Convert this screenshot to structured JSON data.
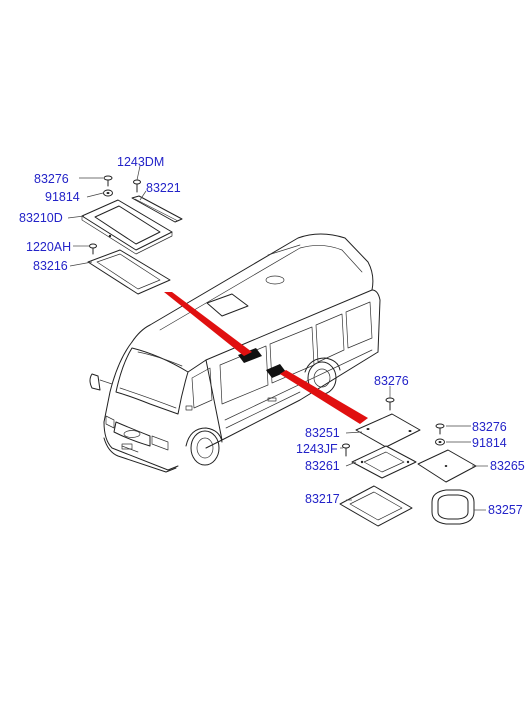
{
  "colors": {
    "label": "#2323c8",
    "pointer": "#e01010",
    "line": "#222222"
  },
  "labels": {
    "l_83276_a": "83276",
    "l_1243DM": "1243DM",
    "l_91814_a": "91814",
    "l_83221": "83221",
    "l_83210D": "83210D",
    "l_1220AH": "1220AH",
    "l_83216": "83216",
    "l_83276_b": "83276",
    "l_83276_c": "83276",
    "l_91814_b": "91814",
    "l_83251": "83251",
    "l_1243JF": "1243JF",
    "l_83261": "83261",
    "l_83265": "83265",
    "l_83217": "83217",
    "l_83257": "83257"
  }
}
